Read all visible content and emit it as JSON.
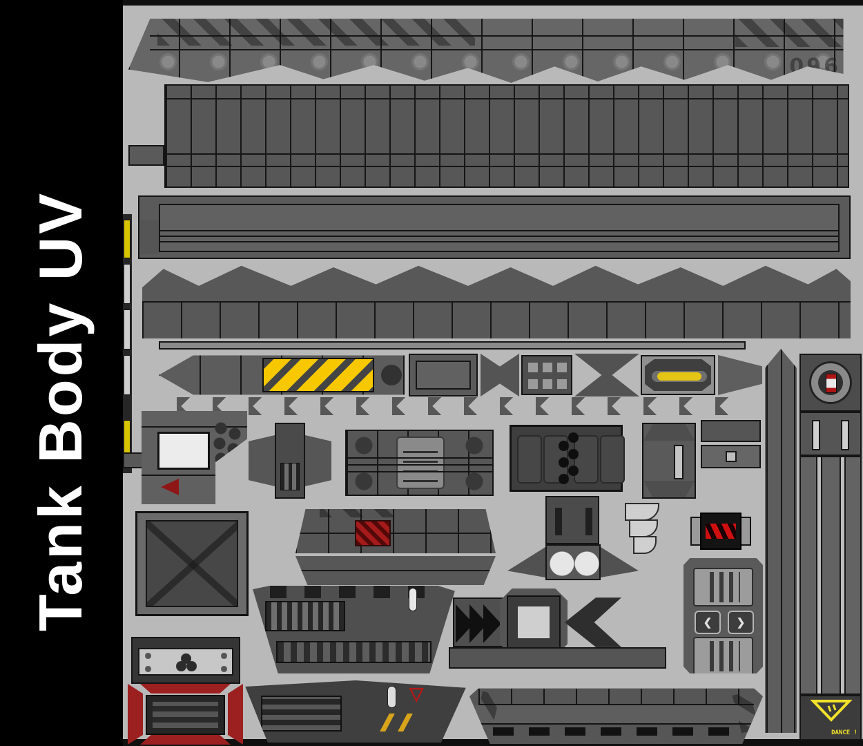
{
  "title": "Tank Body UV",
  "canvas": {
    "part_number": "096",
    "watermark": "DANCE !"
  },
  "icons": {
    "left_arrow_button": "❮",
    "right_arrow_button": "❯",
    "down_triangle_mark": "▽"
  },
  "colors": {
    "sidebar_black": "#000000",
    "canvas_gray": "#b9b9b9",
    "panel_gray": "#585858",
    "panel_dark": "#3d3d3d",
    "wireframe": "#151515",
    "hazard_yellow": "#f7c800",
    "danger_red": "#a51a1a",
    "display_red": "#d01010",
    "crate_red": "#9c2020",
    "marking_silver": "#cfcfcf",
    "strip_yellow": "#d8c400",
    "logo_yellow": "#f2e22a",
    "title_white": "#ffffff"
  }
}
